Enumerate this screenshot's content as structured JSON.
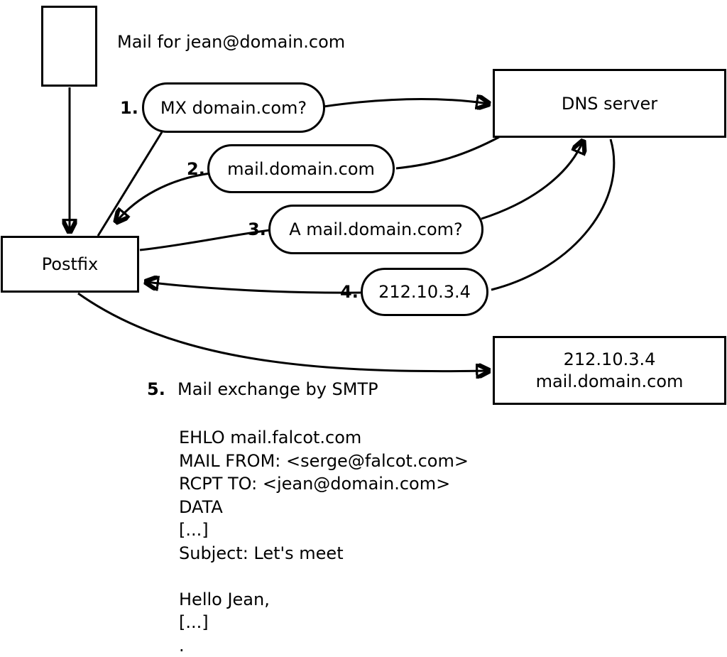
{
  "diagram": {
    "mail_note": "Mail for jean@domain.com",
    "postfix_label": "Postfix",
    "dns_label": "DNS server",
    "steps": [
      {
        "num": "1.",
        "label": "MX domain.com?"
      },
      {
        "num": "2.",
        "label": "mail.domain.com"
      },
      {
        "num": "3.",
        "label": "A mail.domain.com?"
      },
      {
        "num": "4.",
        "label": "212.10.3.4"
      },
      {
        "num": "5.",
        "label": "Mail exchange by SMTP"
      }
    ],
    "target_box": {
      "line1": "212.10.3.4",
      "line2": "mail.domain.com"
    },
    "smtp_session": [
      "EHLO mail.falcot.com",
      "MAIL FROM: <serge@falcot.com>",
      "RCPT TO: <jean@domain.com>",
      "DATA",
      "[...]",
      "Subject: Let's meet",
      "",
      "Hello Jean,",
      "[...]",
      "."
    ],
    "colors": {
      "stroke": "#000000",
      "background": "#ffffff"
    }
  }
}
